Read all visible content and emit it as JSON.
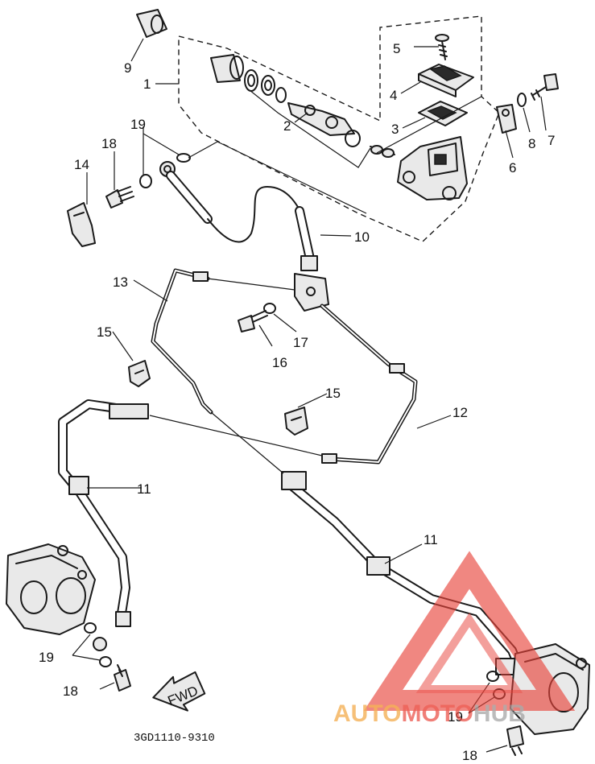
{
  "diagram": {
    "part_labels": [
      {
        "text": "1"
      },
      {
        "text": "2"
      },
      {
        "text": "3"
      },
      {
        "text": "4"
      },
      {
        "text": "5"
      },
      {
        "text": "6"
      },
      {
        "text": "7"
      },
      {
        "text": "8"
      },
      {
        "text": "9"
      },
      {
        "text": "10"
      },
      {
        "text": "11"
      },
      {
        "text": "11"
      },
      {
        "text": "12"
      },
      {
        "text": "13"
      },
      {
        "text": "14"
      },
      {
        "text": "15"
      },
      {
        "text": "15"
      },
      {
        "text": "16"
      },
      {
        "text": "17"
      },
      {
        "text": "18"
      },
      {
        "text": "18"
      },
      {
        "text": "18"
      },
      {
        "text": "19"
      },
      {
        "text": "19"
      },
      {
        "text": "19"
      }
    ],
    "direction_arrow": "FWD",
    "drawing_code": "3GD1110-9310"
  },
  "watermark": {
    "text_auto": "AUTO",
    "text_moto": "MOTO",
    "text_hub": "HUB",
    "color_primary": "#e8433a",
    "color_secondary": "#f2a33a",
    "color_tertiary": "#bdbdbd"
  }
}
